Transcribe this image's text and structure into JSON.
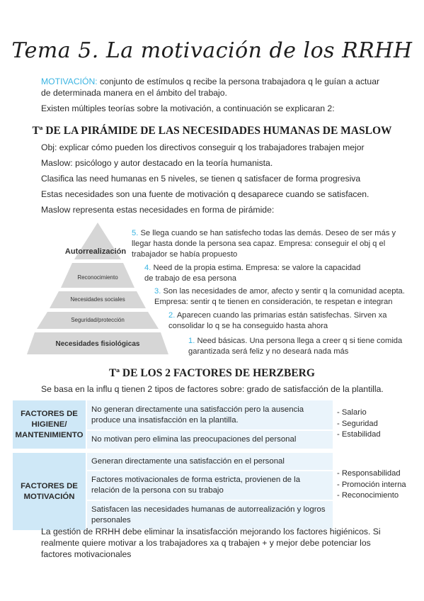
{
  "title": "Tema 5. La motivación de los RRHH",
  "intro": {
    "keyword": "MOTIVACIÓN:",
    "definition": " conjunto de estímulos q recibe la persona trabajadora q le guían a actuar",
    "definition_line2": "de determinada manera en el ámbito del trabajo.",
    "theories": "Existen múltiples teorías sobre la motivación, a continuación se explicaran 2:"
  },
  "maslow": {
    "heading": "Tª DE LA PIRÁMIDE DE LAS NECESIDADES HUMANAS DE MASLOW",
    "lines": [
      "Obj: explicar cómo pueden los directivos conseguir q los trabajadores trabajen mejor",
      "Maslow: psicólogo y autor destacado en la teoría humanista.",
      "Clasifica las need humanas en 5 niveles, se tienen q satisfacer de forma progresiva",
      "Estas necesidades son una fuente de motivación q desaparece cuando se satisfacen.",
      "Maslow representa estas necesidades en forma de pirámide:"
    ],
    "pyramid": [
      "Autorrealización",
      "Reconocimiento",
      "Necesidades sociales",
      "Seguridad/protección",
      "Necesidades fisiológicas"
    ],
    "notes": [
      {
        "num": "5.",
        "l1": " Se llega cuando se han satisfecho todas las demás. Deseo de ser más y",
        "l2": "llegar hasta donde la persona sea capaz. Empresa: conseguir el obj q el",
        "l3": "trabajador se había propuesto"
      },
      {
        "num": "4.",
        "l1": " Need de la propia estima. Empresa: se valore la capacidad",
        "l2": "de trabajo de esa persona"
      },
      {
        "num": "3.",
        "l1": " Son las necesidades de amor, afecto y sentir q la comunidad acepta.",
        "l2": "Empresa: sentir q te tienen en consideración, te respetan e integran"
      },
      {
        "num": "2.",
        "l1": " Aparecen cuando las primarias están satisfechas. Sirven xa",
        "l2": "consolidar lo q se ha conseguido hasta ahora"
      },
      {
        "num": "1.",
        "l1": " Need básicas. Una persona llega a creer q si tiene comida",
        "l2": "garantizada será feliz y no deseará nada más"
      }
    ]
  },
  "herzberg": {
    "heading": "Tª DE LOS 2 FACTORES DE HERZBERG",
    "subtitle": "Se basa en la influ q tienen 2 tipos de factores sobre: grado de satisfacción de la plantilla.",
    "hygiene": {
      "label": "FACTORES DE HIGIENE/ MANTENIMIENTO",
      "rows": [
        "No generan directamente una satisfacción pero la ausencia produce una insatisfacción en la plantilla.",
        "No motivan pero elimina las preocupaciones del personal"
      ],
      "examples": [
        "Salario",
        "Seguridad",
        "Estabilidad"
      ]
    },
    "motivation": {
      "label": "FACTORES DE MOTIVACIÓN",
      "rows": [
        "Generan directamente una satisfacción en el personal",
        "Factores motivacionales de forma estricta, provienen de la relación de la persona con su trabajo",
        "Satisfacen las necesidades humanas de autorrealización y logros personales"
      ],
      "examples": [
        "Responsabilidad",
        "Promoción interna",
        "Reconocimiento"
      ]
    },
    "conclusion": [
      "La gestión de RRHH debe eliminar la insatisfacción mejorando los factores higiénicos. Si",
      "realmente quiere motivar a los trabajadores xa q trabajen + y mejor debe potenciar los",
      "factores motivacionales"
    ]
  },
  "colors": {
    "accent": "#3ab4e2",
    "table_header": "#cfe8f7",
    "table_cell": "#eaf4fb",
    "pyramid": "#d6d6d6"
  }
}
